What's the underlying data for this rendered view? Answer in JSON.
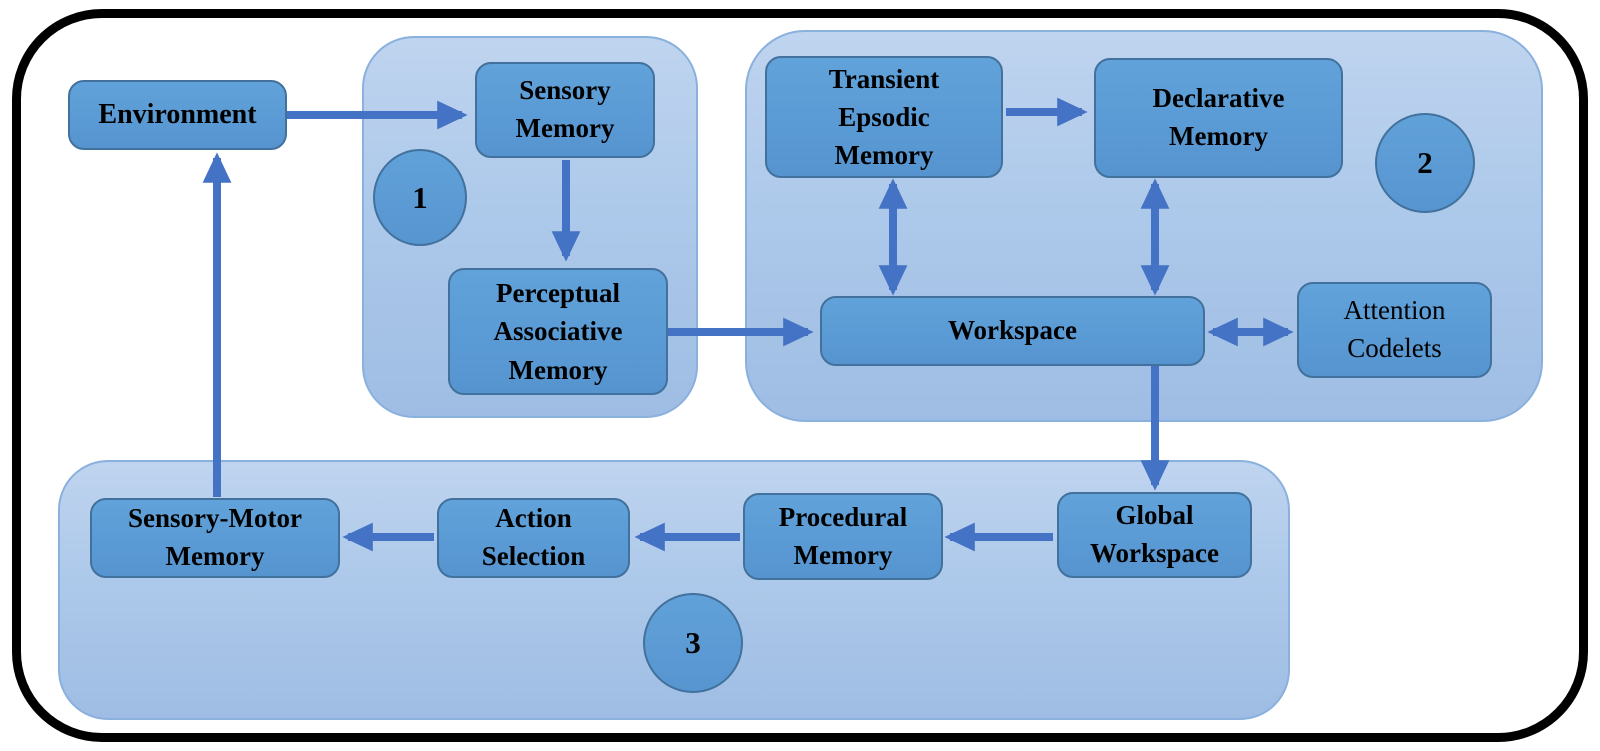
{
  "nodes": {
    "environment": "Environment",
    "sensory_memory": "Sensory\nMemory",
    "perceptual_associative_memory": "Perceptual\nAssociative\nMemory",
    "transient_episodic_memory": "Transient\nEpsodic\nMemory",
    "declarative_memory": "Declarative\nMemory",
    "workspace": "Workspace",
    "attention_codelets": "Attention\nCodelets",
    "global_workspace": "Global\nWorkspace",
    "procedural_memory": "Procedural\nMemory",
    "action_selection": "Action\nSelection",
    "sensory_motor_memory": "Sensory-Motor\nMemory"
  },
  "badges": {
    "group1": "1",
    "group2": "2",
    "group3": "3"
  },
  "colors": {
    "node_fill": "#5b9bd5",
    "node_border": "#41719c",
    "group_fill_top": "#bfd4ef",
    "group_fill_bottom": "#9fbde4",
    "group_border": "#8ab0de",
    "arrow": "#4472c4",
    "frame_border": "#000000",
    "text": "#000000",
    "background": "#ffffff"
  }
}
